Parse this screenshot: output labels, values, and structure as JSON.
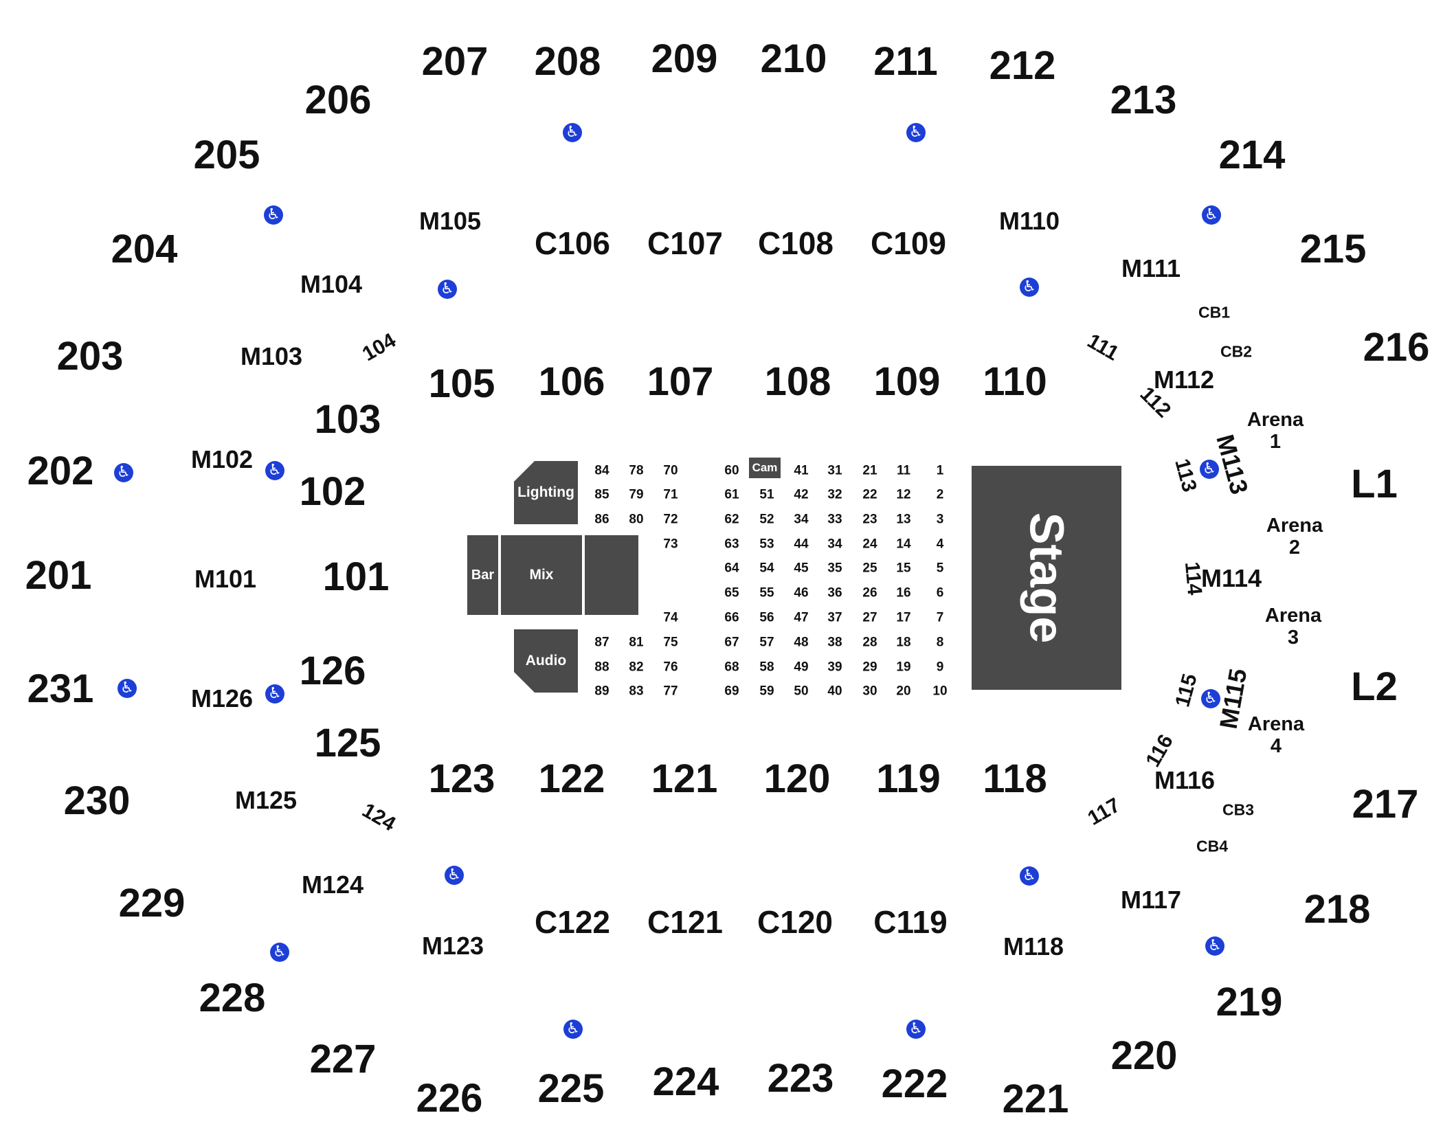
{
  "upper_sections": [
    "201",
    "202",
    "203",
    "204",
    "205",
    "206",
    "207",
    "208",
    "209",
    "210",
    "211",
    "212",
    "213",
    "214",
    "215",
    "216",
    "217",
    "218",
    "219",
    "220",
    "221",
    "222",
    "223",
    "224",
    "225",
    "226",
    "227",
    "228",
    "229",
    "230",
    "231"
  ],
  "lower_sections": [
    "101",
    "102",
    "103",
    "105",
    "106",
    "107",
    "108",
    "109",
    "110",
    "118",
    "119",
    "120",
    "121",
    "122",
    "123",
    "125",
    "126"
  ],
  "rotated_sections": [
    "104",
    "111",
    "112",
    "113",
    "114",
    "115",
    "116",
    "117",
    "124"
  ],
  "mezzanine_sections": [
    "M101",
    "M102",
    "M103",
    "M104",
    "M105",
    "M110",
    "M111",
    "M112",
    "M113",
    "M114",
    "M115",
    "M116",
    "M117",
    "M118",
    "M123",
    "M124",
    "M125",
    "M126"
  ],
  "club_sections": [
    "C106",
    "C107",
    "C108",
    "C109",
    "C119",
    "C120",
    "C121",
    "C122"
  ],
  "club_boxes": [
    "CB1",
    "CB2",
    "CB3",
    "CB4"
  ],
  "ledge_sections": [
    "L1",
    "L2"
  ],
  "arena_sections": [
    "Arena\n1",
    "Arena\n2",
    "Arena\n3",
    "Arena\n4"
  ],
  "floor_rows": {
    "col1": [
      "1",
      "2",
      "3",
      "4",
      "5",
      "6",
      "7",
      "8",
      "9",
      "10"
    ],
    "col2": [
      "11",
      "12",
      "13",
      "14",
      "15",
      "16",
      "17",
      "18",
      "19",
      "20"
    ],
    "col3": [
      "21",
      "22",
      "23",
      "24",
      "25",
      "26",
      "27",
      "28",
      "29",
      "30"
    ],
    "col4": [
      "31",
      "32",
      "33",
      "34",
      "35",
      "36",
      "37",
      "38",
      "39",
      "40"
    ],
    "col5": [
      "41",
      "42",
      "34",
      "44",
      "45",
      "46",
      "47",
      "48",
      "49",
      "50"
    ],
    "col6": [
      "51",
      "52",
      "53",
      "54",
      "55",
      "56",
      "57",
      "58",
      "59"
    ],
    "col7": [
      "60",
      "61",
      "62",
      "63",
      "64",
      "65",
      "66",
      "67",
      "68",
      "69"
    ],
    "col8": [
      "70",
      "71",
      "72",
      "73",
      "74",
      "75",
      "76",
      "77"
    ],
    "col9": [
      "78",
      "79",
      "80",
      "81",
      "82",
      "83"
    ],
    "col10": [
      "84",
      "85",
      "86",
      "87",
      "88",
      "89"
    ]
  },
  "production": {
    "stage": "Stage",
    "cam": "Cam",
    "lighting": "Lighting",
    "bar": "Bar",
    "mix": "Mix",
    "audio": "Audio"
  },
  "icons": {
    "accessible": "wheelchair-icon"
  },
  "colors": {
    "block": "#4a4a4a",
    "accessible": "#1d3fd6",
    "text": "#111111"
  }
}
